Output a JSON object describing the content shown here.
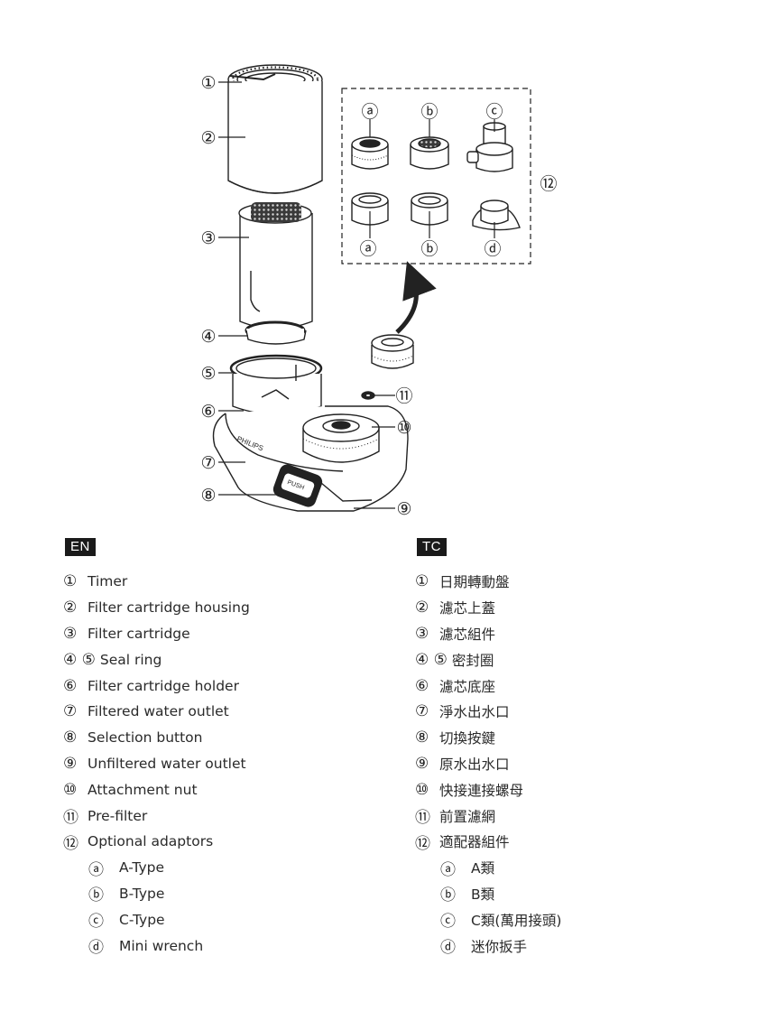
{
  "figure": {
    "callouts": {
      "c1": "①",
      "c2": "②",
      "c3": "③",
      "c4": "④",
      "c5": "⑤",
      "c6": "⑥",
      "c7": "⑦",
      "c8": "⑧",
      "c9": "⑨",
      "c10": "⑩",
      "c11": "⑪",
      "c12": "⑫"
    },
    "adaptor_letters": {
      "a": "ⓐ",
      "b": "ⓑ",
      "c": "ⓒ",
      "d": "ⓓ"
    },
    "brand_text": "PHILIPS",
    "button_text": "PUSH"
  },
  "en": {
    "badge": "EN",
    "items": [
      {
        "num": "①",
        "label": "Timer"
      },
      {
        "num": "②",
        "label": "Filter cartridge housing"
      },
      {
        "num": "③",
        "label": "Filter cartridge"
      },
      {
        "num": "④ ⑤",
        "label": "Seal ring"
      },
      {
        "num": "⑥",
        "label": "Filter cartridge holder"
      },
      {
        "num": "⑦",
        "label": "Filtered water outlet"
      },
      {
        "num": "⑧",
        "label": "Selection button"
      },
      {
        "num": "⑨",
        "label": "Unfiltered water outlet"
      },
      {
        "num": "⑩",
        "label": "Attachment nut"
      },
      {
        "num": "⑪",
        "label": "Pre-filter"
      },
      {
        "num": "⑫",
        "label": "Optional adaptors"
      },
      {
        "num": "ⓐ",
        "label": "A-Type"
      },
      {
        "num": "ⓑ",
        "label": "B-Type"
      },
      {
        "num": "ⓒ",
        "label": "C-Type"
      },
      {
        "num": "ⓓ",
        "label": "Mini wrench"
      }
    ]
  },
  "tc": {
    "badge": "TC",
    "items": [
      {
        "num": "①",
        "label": "日期轉動盤"
      },
      {
        "num": "②",
        "label": "濾芯上蓋"
      },
      {
        "num": "③",
        "label": "濾芯組件"
      },
      {
        "num": "④ ⑤",
        "label": "密封圈"
      },
      {
        "num": "⑥",
        "label": "濾芯底座"
      },
      {
        "num": "⑦",
        "label": "淨水出水口"
      },
      {
        "num": "⑧",
        "label": "切換按鍵"
      },
      {
        "num": "⑨",
        "label": "原水出水口"
      },
      {
        "num": "⑩",
        "label": "快接連接螺母"
      },
      {
        "num": "⑪",
        "label": "前置濾網"
      },
      {
        "num": "⑫",
        "label": "適配器組件"
      },
      {
        "num": "ⓐ",
        "label": "A類"
      },
      {
        "num": "ⓑ",
        "label": "B類"
      },
      {
        "num": "ⓒ",
        "label": "C類(萬用接頭)"
      },
      {
        "num": "ⓓ",
        "label": "迷你扳手"
      }
    ]
  }
}
